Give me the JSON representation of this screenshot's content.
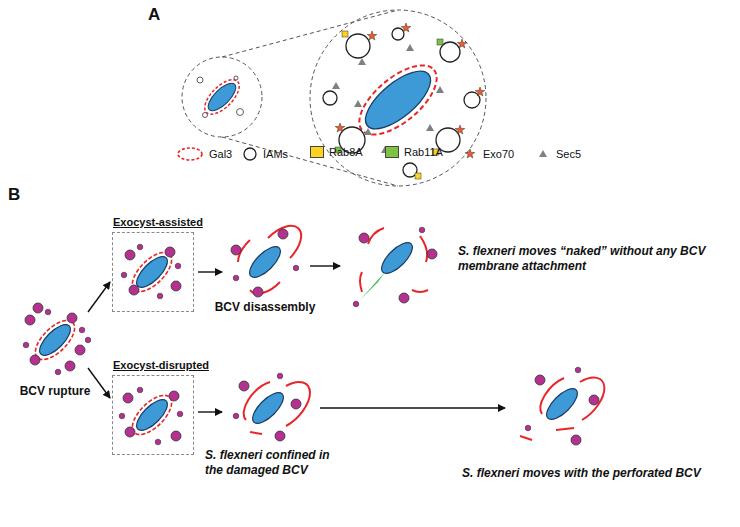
{
  "diagram": {
    "nodes": [
      {
        "text": [
          "Exocyst-assisted"
        ]
      },
      {
        "text": [
          "Exocyst-disrupted"
        ]
      }
    ],
    "labels": [
      "A",
      "B",
      "BCV rupture",
      "BCV disassembly",
      "S. flexneri moves “naked” without any BCV membrane attachment",
      "S. flexneri confined in the damaged BCV",
      "S. flexneri moves with the perforated BCV"
    ],
    "legend": [
      {
        "text": "Gal3"
      },
      {
        "text": "IAMs"
      },
      {
        "text": "Rab8A",
        "color": "#ffd21f"
      },
      {
        "text": "Rab11A",
        "color": "#7dc242"
      },
      {
        "text": "Exo70"
      },
      {
        "text": "Sec5"
      }
    ]
  }
}
